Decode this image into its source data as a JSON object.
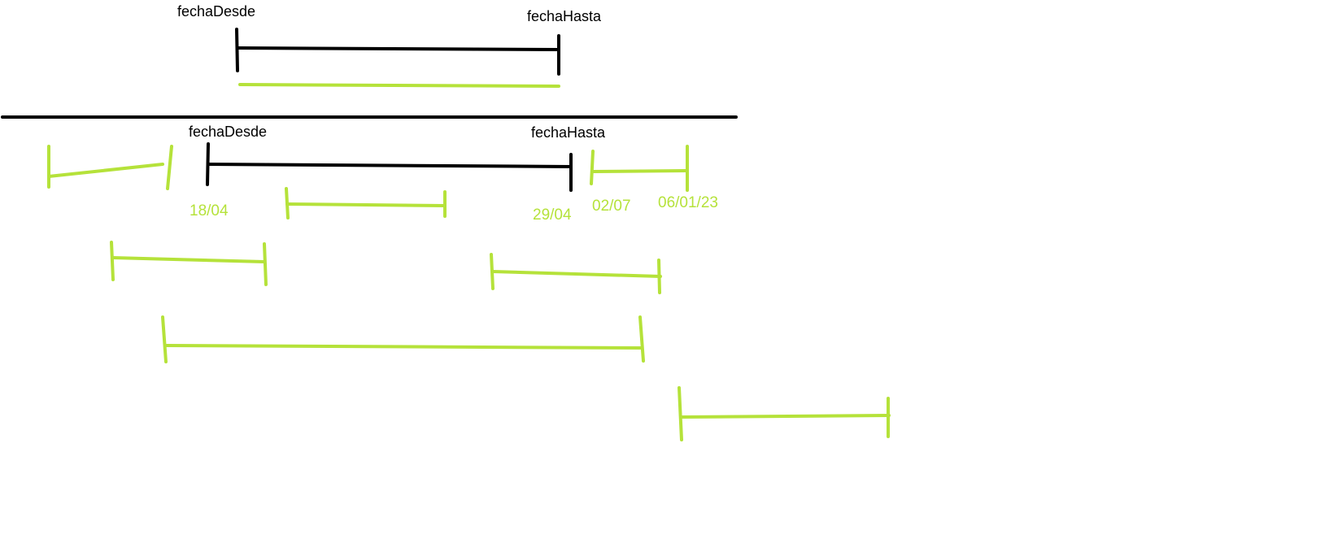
{
  "colors": {
    "black": "#000000",
    "green": "#b5e23a",
    "background": "#ffffff"
  },
  "top": {
    "start_label": "fechaDesde",
    "end_label": "fechaHasta"
  },
  "bottom": {
    "start_label": "fechaDesde",
    "end_label": "fechaHasta"
  },
  "date_labels": {
    "d1": "18/04",
    "d2": "29/04",
    "d3": "02/07",
    "d4": "06/01/23"
  }
}
